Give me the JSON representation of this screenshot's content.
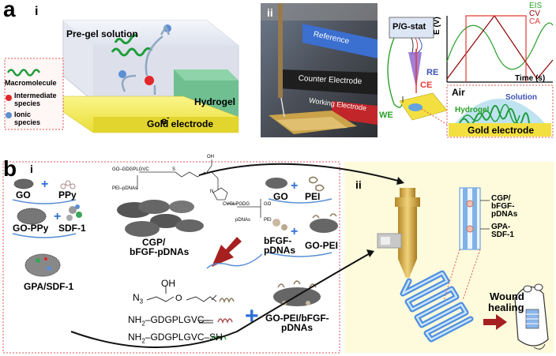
{
  "panel_a": {
    "letter": "a",
    "sub_i": "i",
    "sub_ii": "ii",
    "pregel": "Pre-gel solution",
    "hydrogel": "Hydrogel",
    "gold": "Gold electrode",
    "electron": "e",
    "electron_sup": "-",
    "legend": {
      "macromolecule": "Macromolecule",
      "intermediate_1": "Intermediate",
      "intermediate_2": "species",
      "ionic_1": "Ionic",
      "ionic_2": "species"
    },
    "photo": {
      "reference": "Reference",
      "counter": "Counter Electrode",
      "working": "Working Electrode"
    },
    "stat": {
      "title": "P/G-stat",
      "re": "RE",
      "ce": "CE",
      "we": "WE"
    },
    "plot": {
      "ylabel": "E (V)",
      "xlabel": "Time (s)",
      "legend": [
        "EIS",
        "CV",
        "CA"
      ],
      "colors": {
        "EIS": "#2ca02c",
        "CV": "#8b0000",
        "CA": "#e53935"
      }
    },
    "inset": {
      "air": "Air",
      "hydrogel": "Hydrogel",
      "solution": "Solution",
      "gold": "Gold electrode"
    }
  },
  "panel_b": {
    "letter": "b",
    "sub_i": "i",
    "sub_ii": "ii",
    "go": "GO",
    "ppy": "PPy",
    "go_ppy": "GO-PPy",
    "sdf1": "SDF-1",
    "gpa_sdf1": "GPA/SDF-1",
    "cgp_1": "CGP/",
    "cgp_2": "bFGF-pDNAs",
    "go2": "GO",
    "pei": "PEI",
    "bfgf_1": "bFGF-",
    "bfgf_2": "pDNAs",
    "go_pei": "GO-PEI",
    "gopei_1": "GO-PEI/bFGF-",
    "gopei_2": "pDNAs",
    "n3": "N",
    "n3_sub": "3",
    "oh": "OH",
    "peptide_1": "NH",
    "peptide_1_sub": "2",
    "peptide_1_rest": "–GDGPLGVC–",
    "peptide_2": "NH",
    "peptide_2_sub": "2",
    "peptide_2_rest": "–GDGPLGVC–SH",
    "struct": {
      "top_chain": "GO–GDGPLGVC",
      "s": "S",
      "oh": "OH",
      "pei_pdnas": "PEI–pDNAs",
      "cvglpgdg": "CVGLPGDG",
      "go_r": "GO",
      "pdnas": "pDNAs",
      "pei_r": "PEI",
      "n": "N"
    },
    "device": {
      "cgp_1": "CGP/",
      "cgp_2": "bFGF-",
      "cgp_3": "pDNAs",
      "gpa_1": "GPA-",
      "gpa_2": "SDF-1",
      "wound_1": "Wound",
      "wound_2": "healing"
    }
  }
}
